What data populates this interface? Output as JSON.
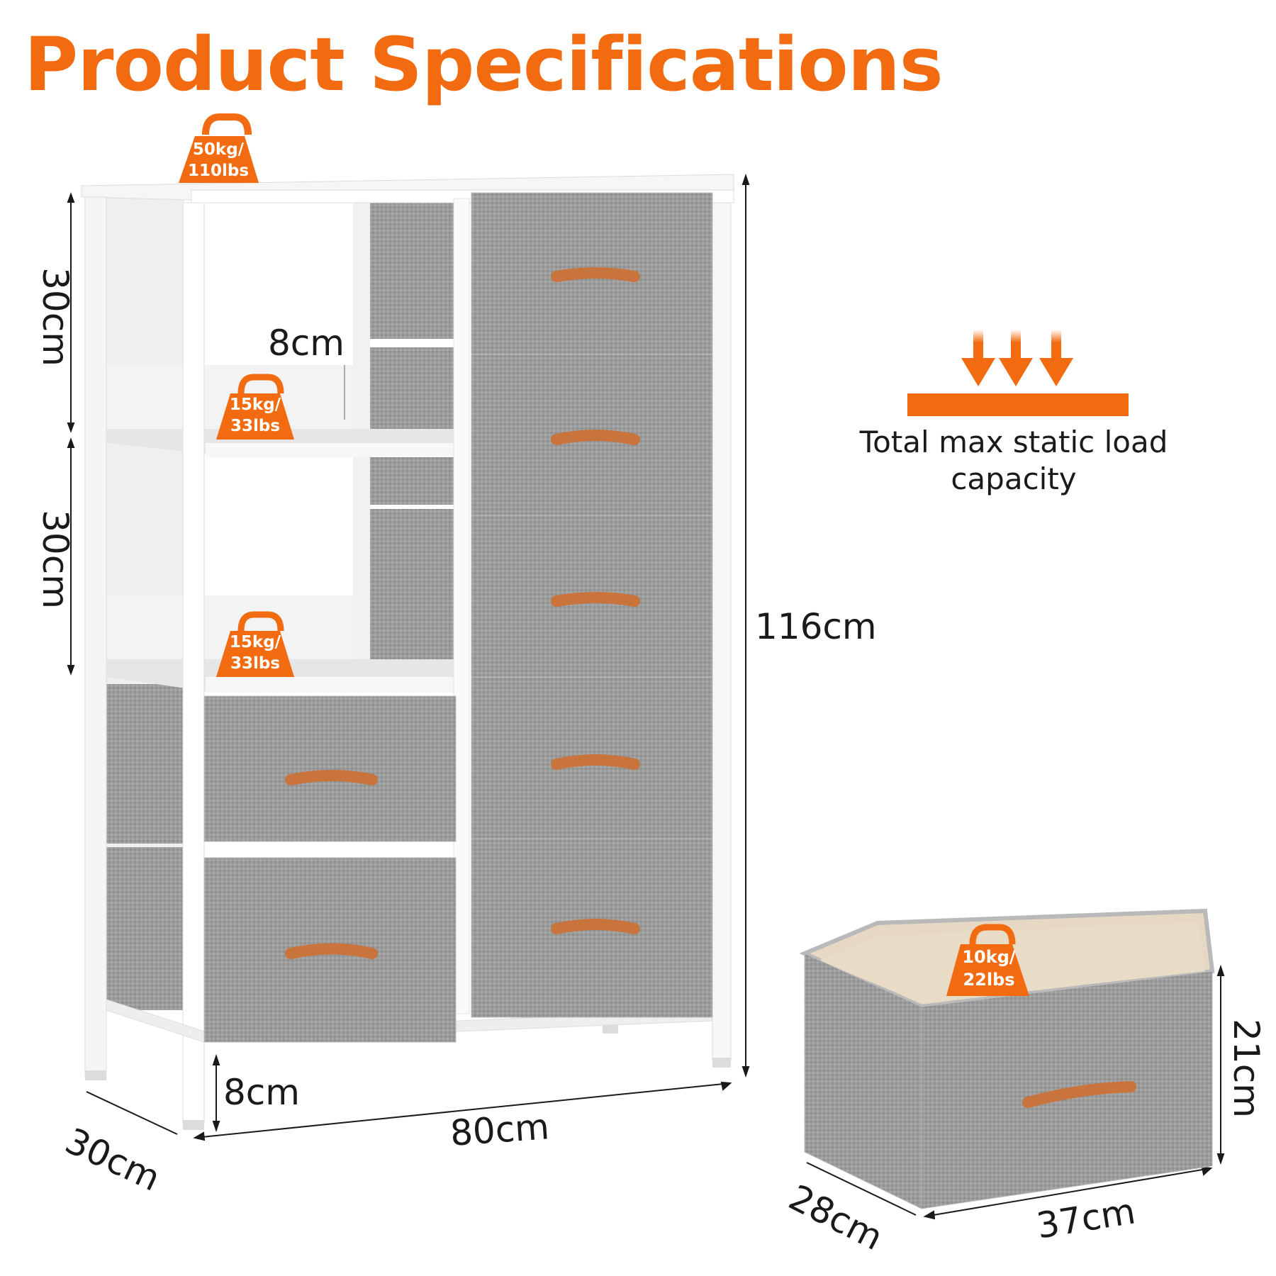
{
  "title": "Product Specifications",
  "load_badges": {
    "top": "50kg/\n110lbs",
    "shelf_upper": "15kg/\n33lbs",
    "shelf_lower": "15kg/\n33lbs",
    "drawer": "10kg/\n22lbs"
  },
  "dimensions": {
    "section_upper_height": "30cm",
    "section_lower_height": "30cm",
    "shelf_rail_height": "8cm",
    "total_height": "116cm",
    "leg_height": "8cm",
    "depth": "30cm",
    "width": "80cm",
    "drawer_height": "21cm",
    "drawer_depth": "28cm",
    "drawer_width": "37cm"
  },
  "load_caption": "Total max static load capacity",
  "colors": {
    "accent": "#f26b10",
    "fabric": "#9a9a9a",
    "frame": "#f4f4f4",
    "handle": "#c8743c",
    "drawer_inner": "#e6d8c2"
  }
}
